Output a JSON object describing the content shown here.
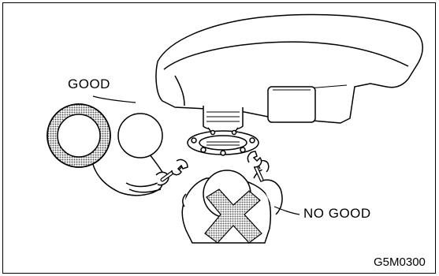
{
  "figure": {
    "good_label": "GOOD",
    "no_good_label": "NO GOOD",
    "figure_code": "G5M0300"
  },
  "style": {
    "line_color": "#000000",
    "shade_color": "#9a9a9a",
    "background": "#ffffff"
  }
}
